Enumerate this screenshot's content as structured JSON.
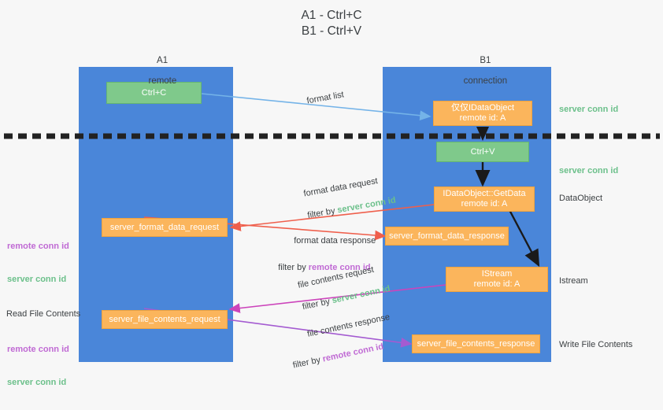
{
  "title": "A1 - Ctrl+C\nB1 - Ctrl+V",
  "colors": {
    "lane": "#4a86d9",
    "orange": "#fbb55c",
    "green": "#7fc98b",
    "server_conn": "#6cc08b",
    "remote_conn": "#c06ad4",
    "background": "#f7f7f7",
    "text": "#3c4043",
    "arrow_blue": "#74b3e8",
    "arrow_red": "#ef5f4c",
    "arrow_magenta": "#cc44bb",
    "arrow_purple": "#a45bd1",
    "arrow_dark": "#1a1a1a"
  },
  "lanes": [
    {
      "id": "a1",
      "title": "A1",
      "subtitle": "remote"
    },
    {
      "id": "b1",
      "title": "B1",
      "subtitle": "connection"
    }
  ],
  "nodes": [
    {
      "id": "ctrl-c",
      "label": "Ctrl+C",
      "style": "green",
      "lane": "a1"
    },
    {
      "id": "idataobject",
      "label": "仅仅IDataObject\nremote id: A",
      "style": "orange",
      "lane": "b1"
    },
    {
      "id": "ctrl-v",
      "label": "Ctrl+V",
      "style": "green",
      "lane": "b1"
    },
    {
      "id": "getdata",
      "label": "IDataObject::GetData\nremote id: A",
      "style": "orange",
      "lane": "b1"
    },
    {
      "id": "server-format-data-request",
      "label": "server_format_data_request",
      "style": "orange",
      "lane": "a1"
    },
    {
      "id": "server-format-data-response",
      "label": "server_format_data_response",
      "style": "orange",
      "lane": "b1"
    },
    {
      "id": "istream",
      "label": "IStream\nremote id: A",
      "style": "orange",
      "lane": "b1"
    },
    {
      "id": "server-file-contents-request",
      "label": "server_file_contents_request",
      "style": "orange",
      "lane": "a1"
    },
    {
      "id": "server-file-contents-response",
      "label": "server_file_contents_response",
      "style": "orange",
      "lane": "b1"
    }
  ],
  "edge_labels": {
    "format_list": "format list",
    "format_data_request": "format data request",
    "format_data_request_filter_prefix": "filter by ",
    "format_data_request_filter_value": "server conn id",
    "format_data_response": "format data response",
    "format_data_response_filter_prefix": "filter by ",
    "format_data_response_filter_value": "remote conn id",
    "file_contents_request": "file contents request",
    "file_contents_request_filter_prefix": "filter by ",
    "file_contents_request_filter_value": "server conn id",
    "file_contents_response": "file contents response",
    "file_contents_response_filter_prefix": "filter by ",
    "file_contents_response_filter_value": "remote conn id"
  },
  "right_labels": [
    {
      "id": "server-conn-id-top",
      "text": "server conn id",
      "kind": "green"
    },
    {
      "id": "server-conn-id-second",
      "text": "server conn id",
      "kind": "green"
    },
    {
      "id": "dataobject",
      "text": "DataObject",
      "kind": "plain"
    },
    {
      "id": "istream",
      "text": "Istream",
      "kind": "plain"
    },
    {
      "id": "write-file-contents",
      "text": "Write File Contents",
      "kind": "plain"
    }
  ],
  "left_labels": {
    "conn_pair_upper": {
      "remote": "remote conn id",
      "server": "server conn id"
    },
    "read_file_contents": "Read File Contents",
    "conn_pair_lower": {
      "remote": "remote conn id",
      "server": "server conn id"
    }
  }
}
